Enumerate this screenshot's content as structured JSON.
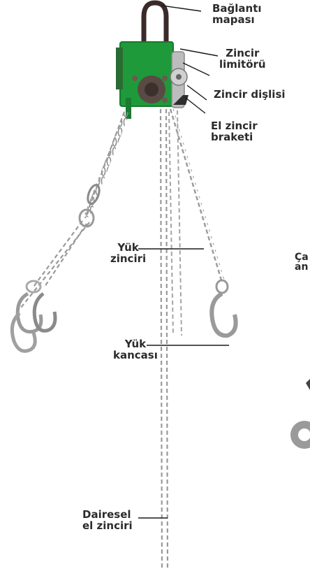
{
  "labels": {
    "connection_shackle": {
      "line1": "Bağlantı",
      "line2": "mapası"
    },
    "chain_limiter": {
      "line1": "Zincir",
      "line2": "limitörü"
    },
    "chain_sprocket": {
      "line1": "Zincir dişlisi"
    },
    "hand_chain_bracket": {
      "line1": "El zincir",
      "line2": "braketi"
    },
    "load_chain": {
      "line1": "Yük",
      "line2": "zinciri"
    },
    "load_hook": {
      "line1": "Yük",
      "line2": "kancası"
    },
    "hand_chain_loop": {
      "line1": "Dairesel",
      "line2": "el zinciri"
    },
    "cut_off_label": {
      "line1": "Ça",
      "line2": "an"
    }
  },
  "colors": {
    "hoist_body": "#1f9a3a",
    "hoist_dark": "#157a2b",
    "chain": "#9a9a9a",
    "leader_line": "#1a1a1a",
    "shackle": "#3a2a2a"
  }
}
